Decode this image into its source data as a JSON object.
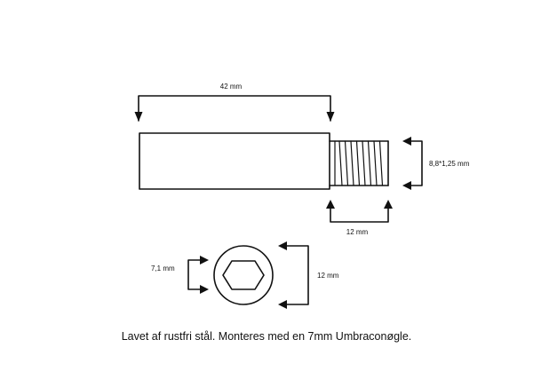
{
  "diagram": {
    "dimensions": {
      "body_length": "42 mm",
      "thread_spec": "8,8*1,25 mm",
      "thread_length": "12 mm",
      "hex_socket": "7,1 mm",
      "head_diameter": "12 mm"
    },
    "caption": "Lavet af rustfri stål. Monteres med en 7mm Umbraconøgle."
  }
}
